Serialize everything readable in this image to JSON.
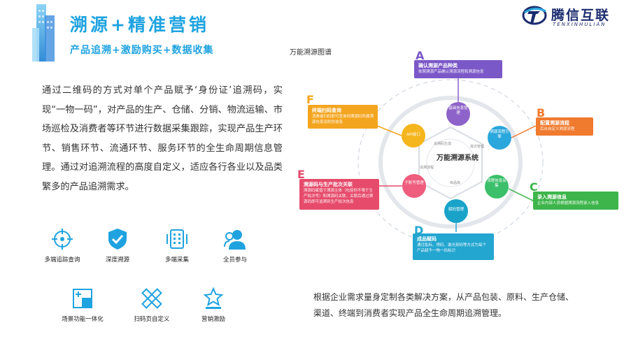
{
  "header": {
    "title": "溯源+精准营销",
    "subtitle": "产品追溯+激励购买+数据收集"
  },
  "logo": {
    "cn": "腾信互联",
    "en": "TENXINHULIAN"
  },
  "intro": "通过二维码的方式对单个产品赋予‘身份证’追溯码，实现“一物一码”，对产品的生产、仓储、分销、物流运输、市场巡检及消费者等环节进行数据采集跟踪，实现产品生产环节、销售环节、流通环节、服务环节的全生命周期信息管理。通过对追溯流程的高度自定义，适应各行各业以及品类繁多的产品追溯需求。",
  "features": [
    {
      "label": "多端追踪查询",
      "icon": "target-icon"
    },
    {
      "label": "深度溯源",
      "icon": "shield-check-icon"
    },
    {
      "label": "多端采集",
      "icon": "multi-device-icon"
    },
    {
      "label": "全员参与",
      "icon": "users-icon"
    },
    {
      "label": "场景功能一体化",
      "icon": "scene-icon"
    },
    {
      "label": "扫码页自定义",
      "icon": "ruler-pencil-icon"
    },
    {
      "label": "营销激励",
      "icon": "star-trophy-icon"
    }
  ],
  "diagram": {
    "title": "万能溯源图谱",
    "center": "万能溯源系统",
    "center_labels": [
      "追溯码生成",
      "批次管理",
      "追溯流程",
      "库品库"
    ],
    "nodes": [
      "基础信息管理",
      "溯源流程引擎",
      "流程信息采集",
      "赋码管理",
      "子账号管理",
      "API接口"
    ],
    "boxes": [
      {
        "letter": "A",
        "title": "确认溯源产品种类",
        "text": "依照溯源产品确认溯源流程和溯源信息"
      },
      {
        "letter": "B",
        "title": "配置溯源流程",
        "text": "后台自定义溯源流程"
      },
      {
        "letter": "C",
        "title": "录入溯源信息",
        "text": "企业内部人员根据溯源流程录入信息"
      },
      {
        "letter": "D",
        "title": "成品赋码",
        "text": "通过贴标、喷码、激光刻码等方式为每个产品赋予一物一码标识"
      },
      {
        "letter": "E",
        "title": "溯源码与生产批次关联",
        "text": "溯源码赋值于溯源主体（包括但不限于生产批次号）和溯源码关联，关联后通过溯源码即可追溯到生产批次信息"
      },
      {
        "letter": "F",
        "title": "终端扫码查询",
        "text": "消费者扫码即可查询到溯源码所属溯源信息及防伪信息"
      }
    ]
  },
  "bottom_text": "根据企业需求量身定制各类解决方案，从产品包装、原料、生产仓储、渠道、终端到消费者实现产品全生命周期追溯管理。",
  "colors": {
    "accent": "#1fa3e0",
    "box_a": "#7b58c8",
    "box_b": "#f07a2e",
    "box_c": "#3db54a",
    "box_d": "#23a6d0",
    "box_e": "#e64b6b",
    "box_f": "#f4a51f",
    "node_purple": "#8e63c9",
    "node_blue": "#2aa7dc",
    "node_green": "#3bbf6b",
    "node_cyan": "#1aa3c9",
    "node_pink": "#ef5d7e",
    "node_yellow": "#f5b51c"
  }
}
